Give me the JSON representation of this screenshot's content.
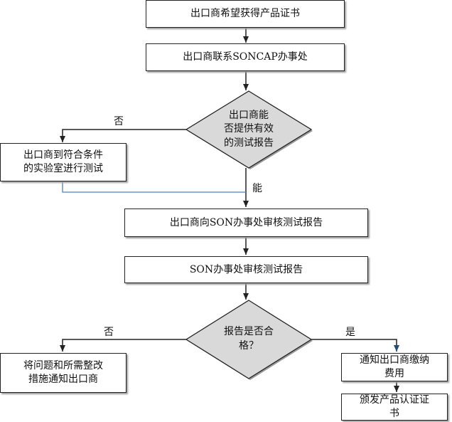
{
  "nodes": {
    "start": "出口商希望获得产品证书",
    "contact": "出口商联系SONCAP办事处",
    "decision1": "出口商能\n否提供有效\n的测试报告",
    "lab_test": "出口商到符合条件\n的实验室进行测试",
    "submit": "出口商向SON办事处审核测试报告",
    "review": "SON办事处审核测试报告",
    "decision2": "报告是否合\n格？",
    "notify_fix": "将问题和所需整改\n措施通知出口商",
    "pay_fee": "通知出口商缴纳\n费用",
    "issue_cert": "颁发产品认证证\n书"
  },
  "labels": {
    "d1_no": "否",
    "d1_yes": "能",
    "d2_no": "否",
    "d2_yes": "是"
  },
  "colors": {
    "line": "#222222",
    "line_blue": "#4f81bd",
    "diamond_fill": "#d9d9d9",
    "shadow": "#9a9a9a"
  }
}
